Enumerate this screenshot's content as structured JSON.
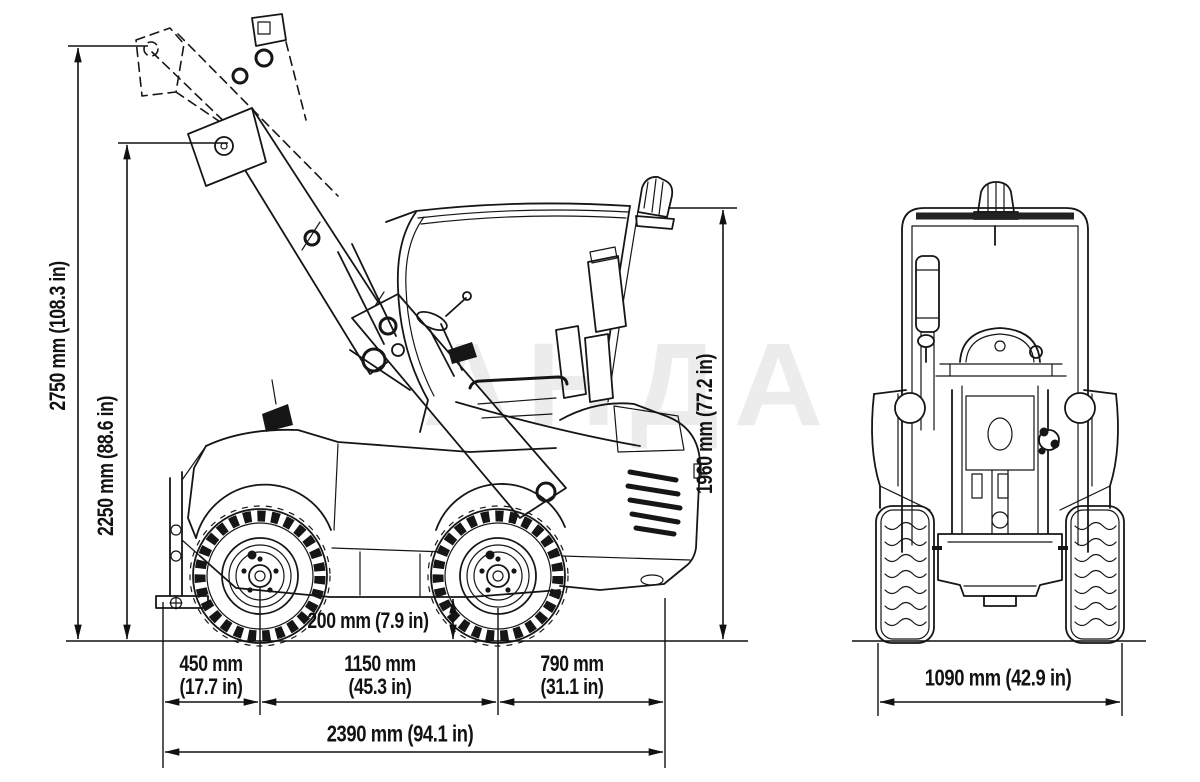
{
  "page": {
    "background_color": "#ffffff",
    "line_color": "#161616"
  },
  "watermark": {
    "text": "АНДА"
  },
  "drawing": {
    "subject": "compact telescopic loader dimensional drawing",
    "views": [
      "side",
      "front"
    ]
  },
  "dimensions": {
    "overall_height_boom_raised": {
      "text": "2750 mm (108.3 in)"
    },
    "height_to_boom_head_pivot": {
      "text": "2250 mm (88.6 in)"
    },
    "overall_height_canopy": {
      "text": "1960 mm (77.2 in)"
    },
    "ground_clearance": {
      "text": "200 mm (7.9 in)"
    },
    "front_overhang": {
      "line1": "450 mm",
      "line2": "(17.7 in)"
    },
    "wheelbase": {
      "line1": "1150 mm",
      "line2": "(45.3 in)"
    },
    "rear_overhang": {
      "line1": "790 mm",
      "line2": "(31.1 in)"
    },
    "overall_length": {
      "text": "2390 mm (94.1 in)"
    },
    "overall_width": {
      "text": "1090 mm (42.9 in)"
    }
  }
}
